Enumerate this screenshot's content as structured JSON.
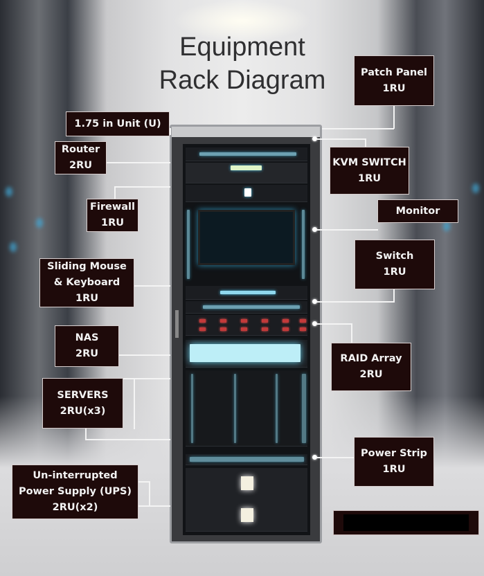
{
  "title": {
    "line1": "Equipment",
    "line2": "Rack Diagram"
  },
  "labels_left": [
    {
      "id": "unit",
      "line1": "1.75 in Unit (U)"
    },
    {
      "id": "router",
      "line1": "Router",
      "line2": "2RU"
    },
    {
      "id": "firewall",
      "line1": "Firewall",
      "line2": "1RU"
    },
    {
      "id": "mouse-keyboard",
      "line1": "Sliding Mouse",
      "line2": "& Keyboard",
      "line3": "1RU"
    },
    {
      "id": "nas",
      "line1": "NAS",
      "line2": "2RU"
    },
    {
      "id": "servers",
      "line1": "SERVERS",
      "line2": "2RU(x3)"
    },
    {
      "id": "ups",
      "line1": "Un-interrupted",
      "line2": "Power Supply (UPS)",
      "line3": "2RU(x2)"
    }
  ],
  "labels_right": [
    {
      "id": "patch-panel",
      "line1": "Patch Panel",
      "line2": "1RU"
    },
    {
      "id": "kvm-switch",
      "line1": "KVM SWITCH",
      "line2": "1RU"
    },
    {
      "id": "monitor",
      "line1": "Monitor"
    },
    {
      "id": "switch",
      "line1": "Switch",
      "line2": "1RU"
    },
    {
      "id": "raid-array",
      "line1": "RAID Array",
      "line2": "2RU"
    },
    {
      "id": "power-strip",
      "line1": "Power Strip",
      "line2": "1RU"
    }
  ]
}
